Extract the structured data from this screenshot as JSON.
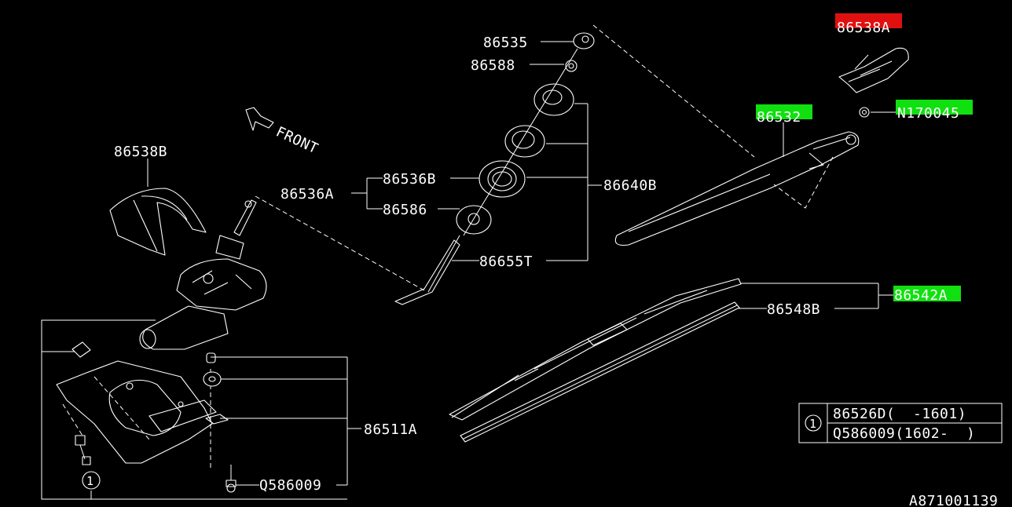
{
  "highlight_colors": {
    "red": "#e01010",
    "green": "#10e010"
  },
  "parts": {
    "p86535": "86535",
    "p86588": "86588",
    "p86538A": "86538A",
    "p86532": "86532",
    "pN170045": "N170045",
    "p86538B": "86538B",
    "front": "FRONT",
    "p86536A": "86536A",
    "p86536B": "86536B",
    "p86586": "86586",
    "p86640B": "86640B",
    "p86655T": "86655T",
    "p86542A": "86542A",
    "p86548B": "86548B",
    "p86511A": "86511A",
    "pQ586009": "Q586009"
  },
  "callout_number": "1",
  "legend": {
    "number": "1",
    "row1": "86526D(  -1601)",
    "row2": "Q586009(1602-  )"
  },
  "diagram_id": "A871001139"
}
